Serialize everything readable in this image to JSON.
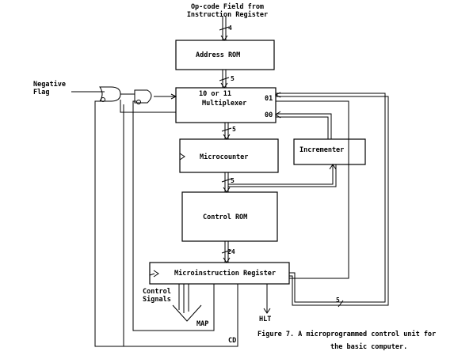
{
  "input_label": [
    "Op-code Field from",
    "Instruction Register"
  ],
  "input_width": "4",
  "negative_flag": [
    "Negative",
    "Flag"
  ],
  "blocks": {
    "address_rom": "Address ROM",
    "multiplexer_select": "10 or 11",
    "multiplexer": "Multiplexer",
    "mux_port_01": "01",
    "mux_port_00": "00",
    "microcounter": "Microcounter",
    "incrementer": "Incrementer",
    "control_rom": "Control ROM",
    "microinstruction_register": "Microinstruction Register"
  },
  "bus_widths": {
    "address_to_mux": "5",
    "mux_to_counter": "5",
    "counter_to_rom": "5",
    "rom_to_register": "24",
    "register_feedback": "5"
  },
  "outputs": {
    "control_signals": [
      "Control",
      "Signals"
    ],
    "map": "MAP",
    "hlt": "HLT",
    "cd": "CD"
  },
  "caption": [
    "Figure 7.  A microprogrammed control unit for",
    "the basic computer."
  ]
}
